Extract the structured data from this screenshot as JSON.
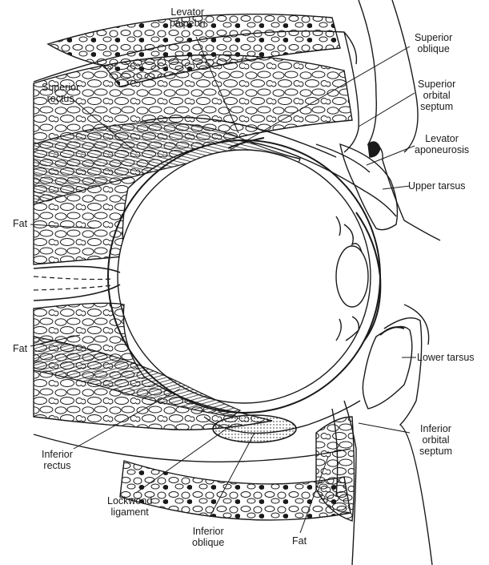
{
  "labels": {
    "levator_palpebri": "Levator\npalpebri",
    "superior_oblique": "Superior\noblique",
    "superior_rectus": "Superior\nrectus",
    "superior_orbital_septum": "Superior\norbital\nseptum",
    "levator_aponeurosis": "Levator\naponeurosis",
    "upper_tarsus": "Upper tarsus",
    "fat_upper": "Fat",
    "fat_middle": "Fat",
    "lower_tarsus": "Lower tarsus",
    "inferior_rectus": "Inferior\nrectus",
    "inferior_orbital_septum": "Inferior\norbital\nseptum",
    "lockwood_ligament": "Lockwood\nligament",
    "inferior_oblique": "Inferior\noblique",
    "fat_lower": "Fat"
  },
  "colors": {
    "ink": "#1a1a1a",
    "background": "#ffffff"
  }
}
